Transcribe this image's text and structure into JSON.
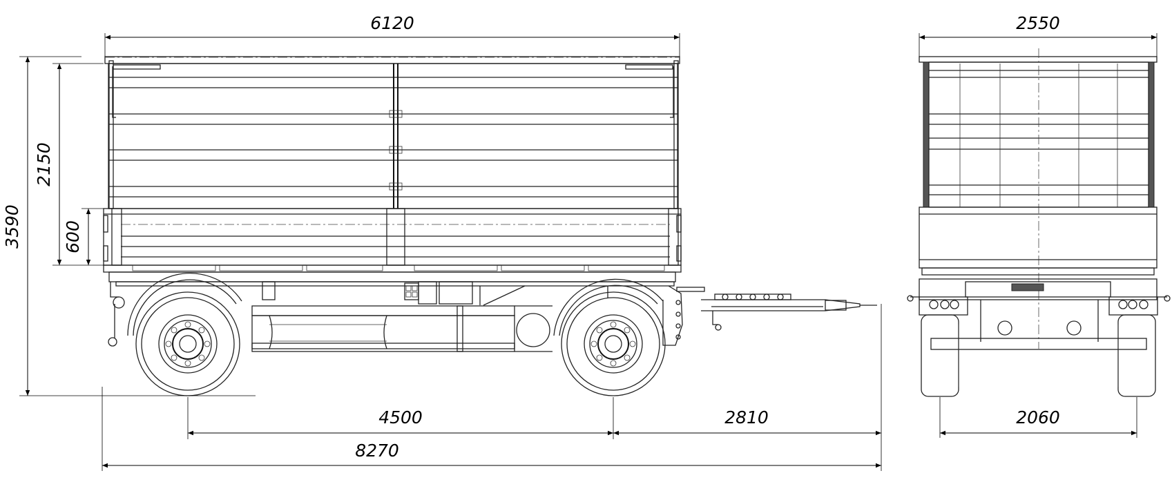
{
  "dimensions": {
    "overall_body_length": "6120",
    "overall_width": "2550",
    "overall_height": "3590",
    "upper_board_height": "2150",
    "lower_board_height": "600",
    "wheelbase": "4500",
    "drawbar_length": "2810",
    "overall_length": "8270",
    "track_width": "2060"
  },
  "colors": {
    "line": "#222222",
    "background": "#ffffff"
  }
}
